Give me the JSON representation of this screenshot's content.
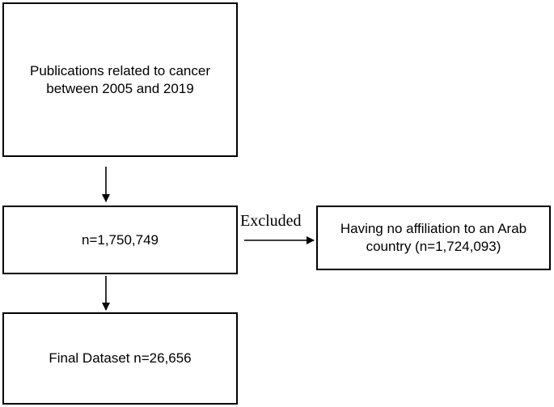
{
  "boxes": {
    "publications": {
      "line1": "Publications related to cancer",
      "line2": "between 2005 and 2019"
    },
    "count": {
      "text": "n=1,750,749"
    },
    "final": {
      "text": "Final Dataset n=26,656"
    },
    "excluded": {
      "line1": "Having no affiliation to an Arab",
      "line2": "country (n=1,724,093)"
    }
  },
  "edges": {
    "excluded_label": "Excluded"
  }
}
